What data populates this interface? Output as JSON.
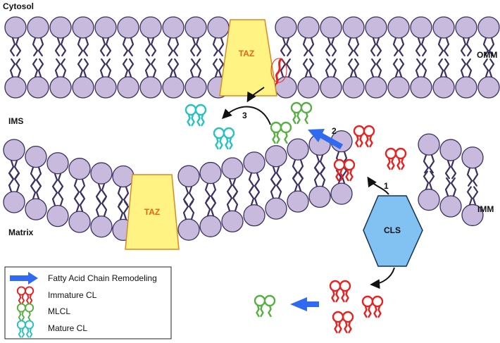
{
  "regions": {
    "cytosol": "Cytosol",
    "ims": "IMS",
    "matrix": "Matrix",
    "omm": "OMM",
    "imm": "IMM"
  },
  "proteins": {
    "taz_outer": "TAZ",
    "taz_inner": "TAZ",
    "cls": "CLS"
  },
  "steps": [
    "1",
    "2",
    "3"
  ],
  "legend": {
    "items": [
      {
        "label": "Fatty Acid Chain Remodeling",
        "icon": "blue-arrow-icon"
      },
      {
        "label": "Immature CL",
        "icon": "immature-cl-icon"
      },
      {
        "label": "MLCL",
        "icon": "mlcl-icon"
      },
      {
        "label": "Mature CL",
        "icon": "mature-cl-icon"
      }
    ]
  },
  "colors": {
    "lipid_head_fill": "#c8badc",
    "lipid_head_stroke": "#3b3060",
    "lipid_tail": "#3b3060",
    "taz_fill": "#fff384",
    "taz_stroke": "#d88a20",
    "taz_text": "#e0661a",
    "cls_fill": "#82c2f2",
    "cls_stroke": "#15314e",
    "immature_cl": "#e8201f",
    "mlcl": "#55b040",
    "mature_cl": "#25c2c0",
    "remodeling_arrow": "#2f6af0"
  }
}
